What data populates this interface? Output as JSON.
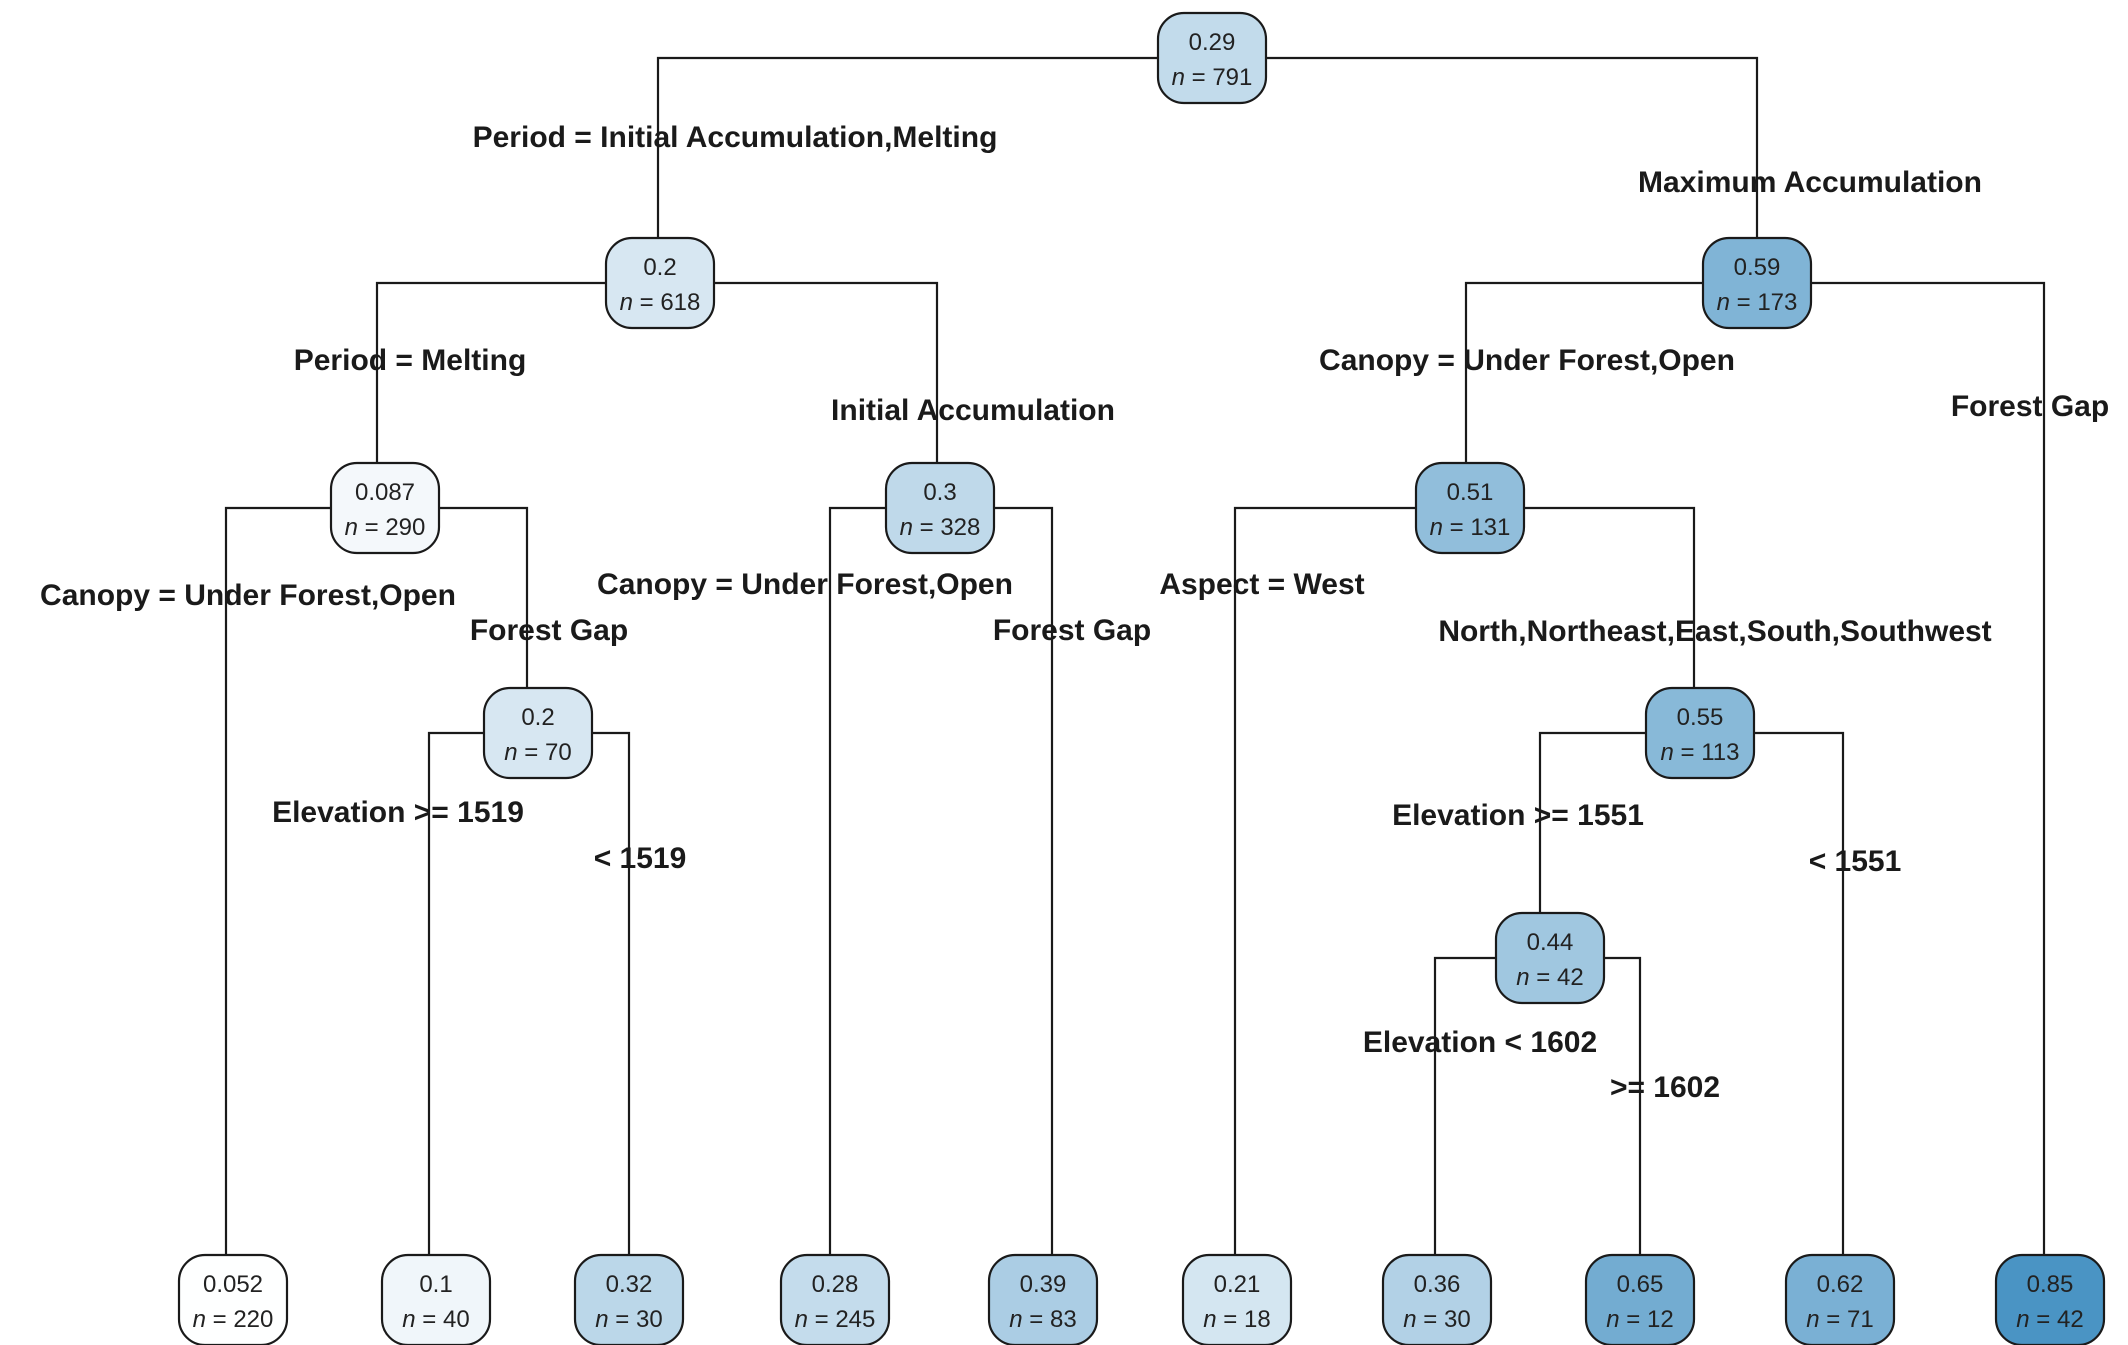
{
  "tree": {
    "nodes": [
      {
        "id": "root",
        "value": "0.29",
        "n": "791"
      },
      {
        "id": "n2",
        "value": "0.2",
        "n": "618"
      },
      {
        "id": "n3",
        "value": "0.59",
        "n": "173"
      },
      {
        "id": "n4",
        "value": "0.087",
        "n": "290"
      },
      {
        "id": "n5",
        "value": "0.3",
        "n": "328"
      },
      {
        "id": "n6",
        "value": "0.51",
        "n": "131"
      },
      {
        "id": "n9",
        "value": "0.2",
        "n": "70"
      },
      {
        "id": "n13",
        "value": "0.55",
        "n": "113"
      },
      {
        "id": "n26",
        "value": "0.44",
        "n": "42"
      },
      {
        "id": "leaf1",
        "value": "0.052",
        "n": "220"
      },
      {
        "id": "leaf2",
        "value": "0.1",
        "n": "40"
      },
      {
        "id": "leaf3",
        "value": "0.32",
        "n": "30"
      },
      {
        "id": "leaf4",
        "value": "0.28",
        "n": "245"
      },
      {
        "id": "leaf5",
        "value": "0.39",
        "n": "83"
      },
      {
        "id": "leaf6",
        "value": "0.21",
        "n": "18"
      },
      {
        "id": "leaf7",
        "value": "0.36",
        "n": "30"
      },
      {
        "id": "leaf8",
        "value": "0.65",
        "n": "12"
      },
      {
        "id": "leaf9",
        "value": "0.62",
        "n": "71"
      },
      {
        "id": "leaf10",
        "value": "0.85",
        "n": "42"
      }
    ],
    "splits": [
      {
        "id": "s-root-l",
        "text": "Period = Initial Accumulation,Melting"
      },
      {
        "id": "s-root-r",
        "text": "Maximum Accumulation"
      },
      {
        "id": "s-n2-l",
        "text": "Period = Melting"
      },
      {
        "id": "s-n2-r",
        "text": "Initial Accumulation"
      },
      {
        "id": "s-n3-l",
        "text": "Canopy = Under Forest,Open"
      },
      {
        "id": "s-n3-r",
        "text": "Forest Gap"
      },
      {
        "id": "s-n4-l",
        "text": "Canopy = Under Forest,Open"
      },
      {
        "id": "s-n4-r",
        "text": "Forest Gap"
      },
      {
        "id": "s-n5-l",
        "text": "Canopy = Under Forest,Open"
      },
      {
        "id": "s-n5-r",
        "text": "Forest Gap"
      },
      {
        "id": "s-n6-l",
        "text": "Aspect = West"
      },
      {
        "id": "s-n6-r",
        "text": "North,Northeast,East,South,Southwest"
      },
      {
        "id": "s-n9-l",
        "text": "Elevation >= 1519"
      },
      {
        "id": "s-n9-r",
        "text": "< 1519"
      },
      {
        "id": "s-n13-l",
        "text": "Elevation >= 1551"
      },
      {
        "id": "s-n13-r",
        "text": "< 1551"
      },
      {
        "id": "s-n26-l",
        "text": "Elevation < 1602"
      },
      {
        "id": "s-n26-r",
        "text": ">= 1602"
      }
    ]
  }
}
